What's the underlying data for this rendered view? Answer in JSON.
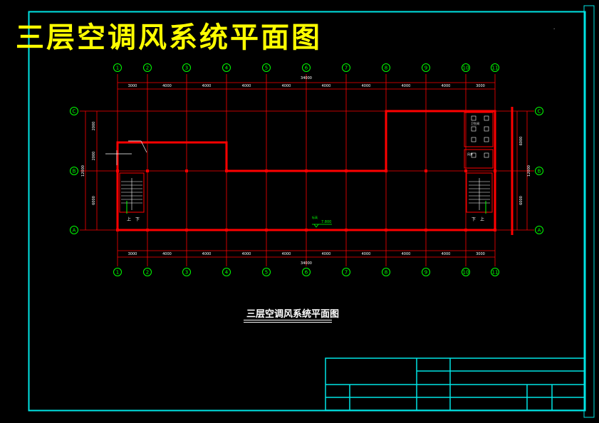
{
  "drawing": {
    "title": "三层空调风系统平面图",
    "subtitle": "三层空调风系统平面图",
    "corner_mark": "·"
  },
  "axes": {
    "columns": [
      "1",
      "2",
      "3",
      "4",
      "5",
      "6",
      "7",
      "8",
      "9",
      "10",
      "11"
    ],
    "rows": [
      "A",
      "B",
      "C"
    ],
    "bay_dims": [
      "3000",
      "4000",
      "4000",
      "4000",
      "4000",
      "4000",
      "4000",
      "4000",
      "4000",
      "3000"
    ],
    "total_top": "34000",
    "total_bottom": "34000",
    "left_dims": [
      "2000",
      "2000",
      "6000"
    ],
    "left_total": "12000",
    "right_dims": [
      "6000",
      "6000"
    ],
    "right_total": "12000"
  },
  "labels": {
    "level_mark": "7.800",
    "level_note": "标高",
    "stair_up": "上",
    "stair_down": "下",
    "wc_label": "卫生间",
    "shaft_label": "风井"
  },
  "colors": {
    "border": "#00e5e5",
    "wall": "#ff0000",
    "grid": "#ff0000",
    "axis_bubble": "#00ff00",
    "dim_text": "#ffffff",
    "title": "#ffff00"
  }
}
